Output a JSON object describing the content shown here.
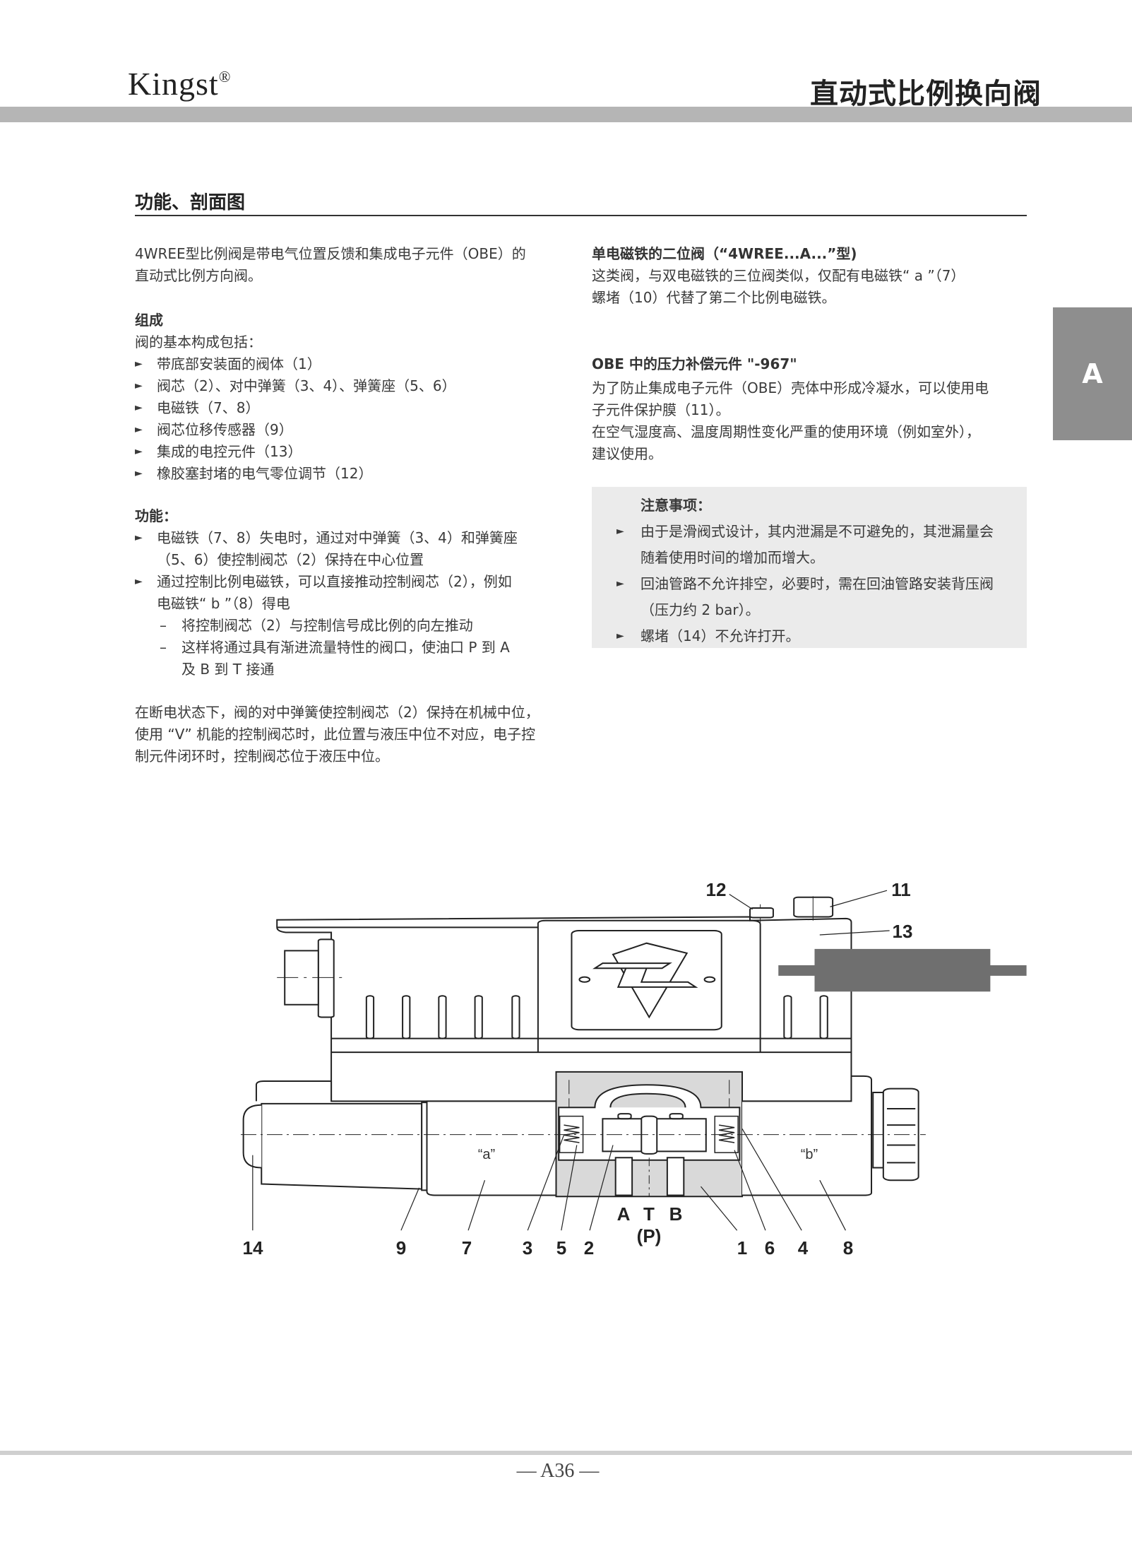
{
  "header": {
    "brand": "Kingst",
    "brand_mark": "®",
    "title": "直动式比例换向阀"
  },
  "section": {
    "title": "功能、剖面图"
  },
  "left": {
    "intro": [
      "4WREE型比例阀是带电气位置反馈和集成电子元件（OBE）的",
      "直动式比例方向阀。"
    ],
    "composition": {
      "heading": "组成",
      "lead": "阀的基本构成包括：",
      "items": [
        "带底部安装面的阀体（1）",
        "阀芯（2）、对中弹簧（3、4）、弹簧座（5、6）",
        "电磁铁（7、8）",
        "阀芯位移传感器（9）",
        "集成的电控元件（13）",
        "橡胶塞封堵的电气零位调节（12）"
      ]
    },
    "function": {
      "heading": "功能：",
      "items": [
        {
          "lines": [
            "电磁铁（7、8）失电时，通过对中弹簧（3、4）和弹簧座",
            "（5、6）使控制阀芯（2）保持在中心位置"
          ]
        },
        {
          "lines": [
            "通过控制比例电磁铁，可以直接推动控制阀芯（2），例如",
            "电磁铁“ b ”（8）得电"
          ]
        }
      ],
      "subitems": [
        {
          "lines": [
            "将控制阀芯（2）与控制信号成比例的向左推动"
          ]
        },
        {
          "lines": [
            "这样将通过具有渐进流量特性的阀口，使油口 P 到 A",
            "及 B 到 T 接通"
          ]
        }
      ]
    },
    "closing": [
      "在断电状态下，阀的对中弹簧使控制阀芯（2）保持在机械中位，",
      "使用 “V” 机能的控制阀芯时，此位置与液压中位不对应，电子控",
      "制元件闭环时，控制阀芯位于液压中位。"
    ]
  },
  "right": {
    "single": {
      "heading": "单电磁铁的二位阀（“4WREE...A...”型)",
      "lines": [
        "这类阀，与双电磁铁的三位阀类似，仅配有电磁铁“ a ”（7）",
        "螺堵（10）代替了第二个比例电磁铁。"
      ]
    },
    "obe": {
      "heading": "OBE 中的压力补偿元件 \"-967\"",
      "lines": [
        "为了防止集成电子元件（OBE）壳体中形成冷凝水，可以使用电",
        "子元件保护膜（11）。",
        "在空气湿度高、温度周期性变化严重的使用环境（例如室外），",
        "建议使用。"
      ]
    },
    "notice": {
      "heading": "注意事项：",
      "items": [
        {
          "lines": [
            "由于是滑阀式设计，其内泄漏是不可避免的，其泄漏量会",
            "随着使用时间的增加而增大。"
          ]
        },
        {
          "lines": [
            "回油管路不允许排空，必要时，需在回油管路安装背压阀",
            "（压力约 2 bar）。"
          ]
        },
        {
          "lines": [
            "螺堵（14）不允许打开。"
          ]
        }
      ]
    }
  },
  "side_tab": "A",
  "bullet_glyph": "►",
  "dash_glyph": "–",
  "diagram": {
    "callouts": {
      "c1": "1",
      "c2": "2",
      "c3": "3",
      "c4": "4",
      "c5": "5",
      "c6": "6",
      "c7": "7",
      "c8": "8",
      "c9": "9",
      "c11": "11",
      "c12": "12",
      "c13": "13",
      "c14": "14"
    },
    "ports": {
      "a": "A",
      "t": "T",
      "b": "B",
      "p": "(P)"
    },
    "solenoid_a": "“a”",
    "solenoid_b": "“b”"
  },
  "footer": {
    "page": "— A36 —"
  },
  "colors": {
    "tab": "#8e8e8e",
    "bar": "#b5b5b5",
    "notice_bg": "#ebebeb",
    "valve_body": "#d9d9d9",
    "obe_block": "#6f6f6f"
  }
}
